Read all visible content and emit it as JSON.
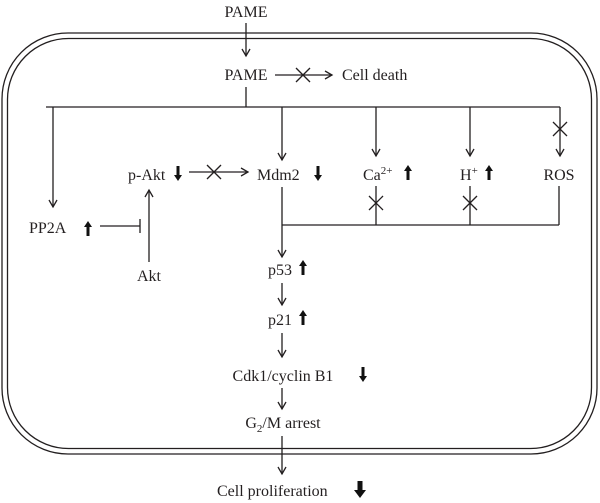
{
  "diagram": {
    "type": "signaling-pathway",
    "compartment": "cell",
    "nodes": {
      "pame_outside": {
        "label": "PAME"
      },
      "pame_inside": {
        "label": "PAME"
      },
      "cell_death": {
        "label": "Cell death"
      },
      "pp2a": {
        "label": "PP2A",
        "change": "up"
      },
      "p_akt": {
        "label": "p-Akt",
        "change": "down"
      },
      "akt": {
        "label": "Akt"
      },
      "mdm2": {
        "label": "Mdm2",
        "change": "down"
      },
      "ca": {
        "label": "Ca",
        "superscript": "2+",
        "change": "up"
      },
      "h": {
        "label": "H",
        "superscript": "+",
        "change": "up"
      },
      "ros": {
        "label": "ROS"
      },
      "p53": {
        "label": "p53",
        "change": "up"
      },
      "p21": {
        "label": "p21",
        "change": "up"
      },
      "cdk1": {
        "label": "Cdk1/cyclin B1",
        "change": "down"
      },
      "g2m": {
        "label": "G",
        "subscript": "2",
        "suffix": "/M arrest"
      },
      "prolif": {
        "label": "Cell proliferation",
        "change": "down"
      }
    },
    "edges": [
      {
        "from": "PAME (outside)",
        "to": "PAME (inside)",
        "kind": "activates"
      },
      {
        "from": "PAME",
        "to": "Cell death",
        "kind": "blocked"
      },
      {
        "from": "PAME",
        "to": "PP2A",
        "kind": "activates"
      },
      {
        "from": "PAME",
        "to": "Mdm2",
        "kind": "activates"
      },
      {
        "from": "PAME",
        "to": "Ca2+",
        "kind": "activates"
      },
      {
        "from": "PAME",
        "to": "H+",
        "kind": "activates"
      },
      {
        "from": "PAME",
        "to": "ROS",
        "kind": "blocked"
      },
      {
        "from": "PP2A",
        "to": "Akt → p-Akt",
        "kind": "inhibits"
      },
      {
        "from": "Akt",
        "to": "p-Akt",
        "kind": "activates"
      },
      {
        "from": "p-Akt",
        "to": "Mdm2",
        "kind": "blocked"
      },
      {
        "from": "Ca2+",
        "to": "p53",
        "kind": "blocked"
      },
      {
        "from": "H+",
        "to": "p53",
        "kind": "blocked"
      },
      {
        "from": "ROS",
        "to": "p53",
        "kind": "link"
      },
      {
        "from": "Mdm2",
        "to": "p53",
        "kind": "activates"
      },
      {
        "from": "p53",
        "to": "p21",
        "kind": "activates"
      },
      {
        "from": "p21",
        "to": "Cdk1/cyclin B1",
        "kind": "activates"
      },
      {
        "from": "Cdk1/cyclin B1",
        "to": "G2/M arrest",
        "kind": "activates"
      },
      {
        "from": "G2/M arrest",
        "to": "Cell proliferation",
        "kind": "activates"
      }
    ]
  }
}
